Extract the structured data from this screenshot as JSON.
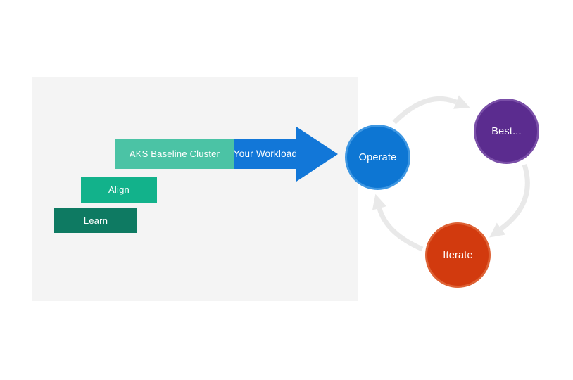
{
  "diagram": {
    "background_color": "#ffffff",
    "panel": {
      "name": "journey-panel",
      "background_color": "#f4f4f4"
    },
    "bars": [
      {
        "label": "AKS Baseline Cluster",
        "color": "#4bc3a5",
        "text_color": "#ffffff"
      },
      {
        "label": "Your Workload",
        "color": "#1277d8",
        "text_color": "#ffffff"
      },
      {
        "label": "Align",
        "color": "#12b28b",
        "text_color": "#ffffff"
      },
      {
        "label": "Learn",
        "color": "#0e7a62",
        "text_color": "#ffffff"
      }
    ],
    "workload_arrow_color": "#1277d8",
    "cycle": {
      "arrow_color": "#e9e9e9",
      "nodes": [
        {
          "label": "Operate",
          "fill": "#0d76d3",
          "ring": "#3e97e2",
          "text_color": "#ffffff"
        },
        {
          "label": "Best...",
          "fill": "#5b2c8f",
          "ring": "#7a4fa8",
          "text_color": "#ffffff"
        },
        {
          "label": "Iterate",
          "fill": "#d23a0e",
          "ring": "#dd6134",
          "text_color": "#ffffff"
        }
      ],
      "flow": [
        "Operate",
        "Best...",
        "Iterate"
      ]
    }
  }
}
